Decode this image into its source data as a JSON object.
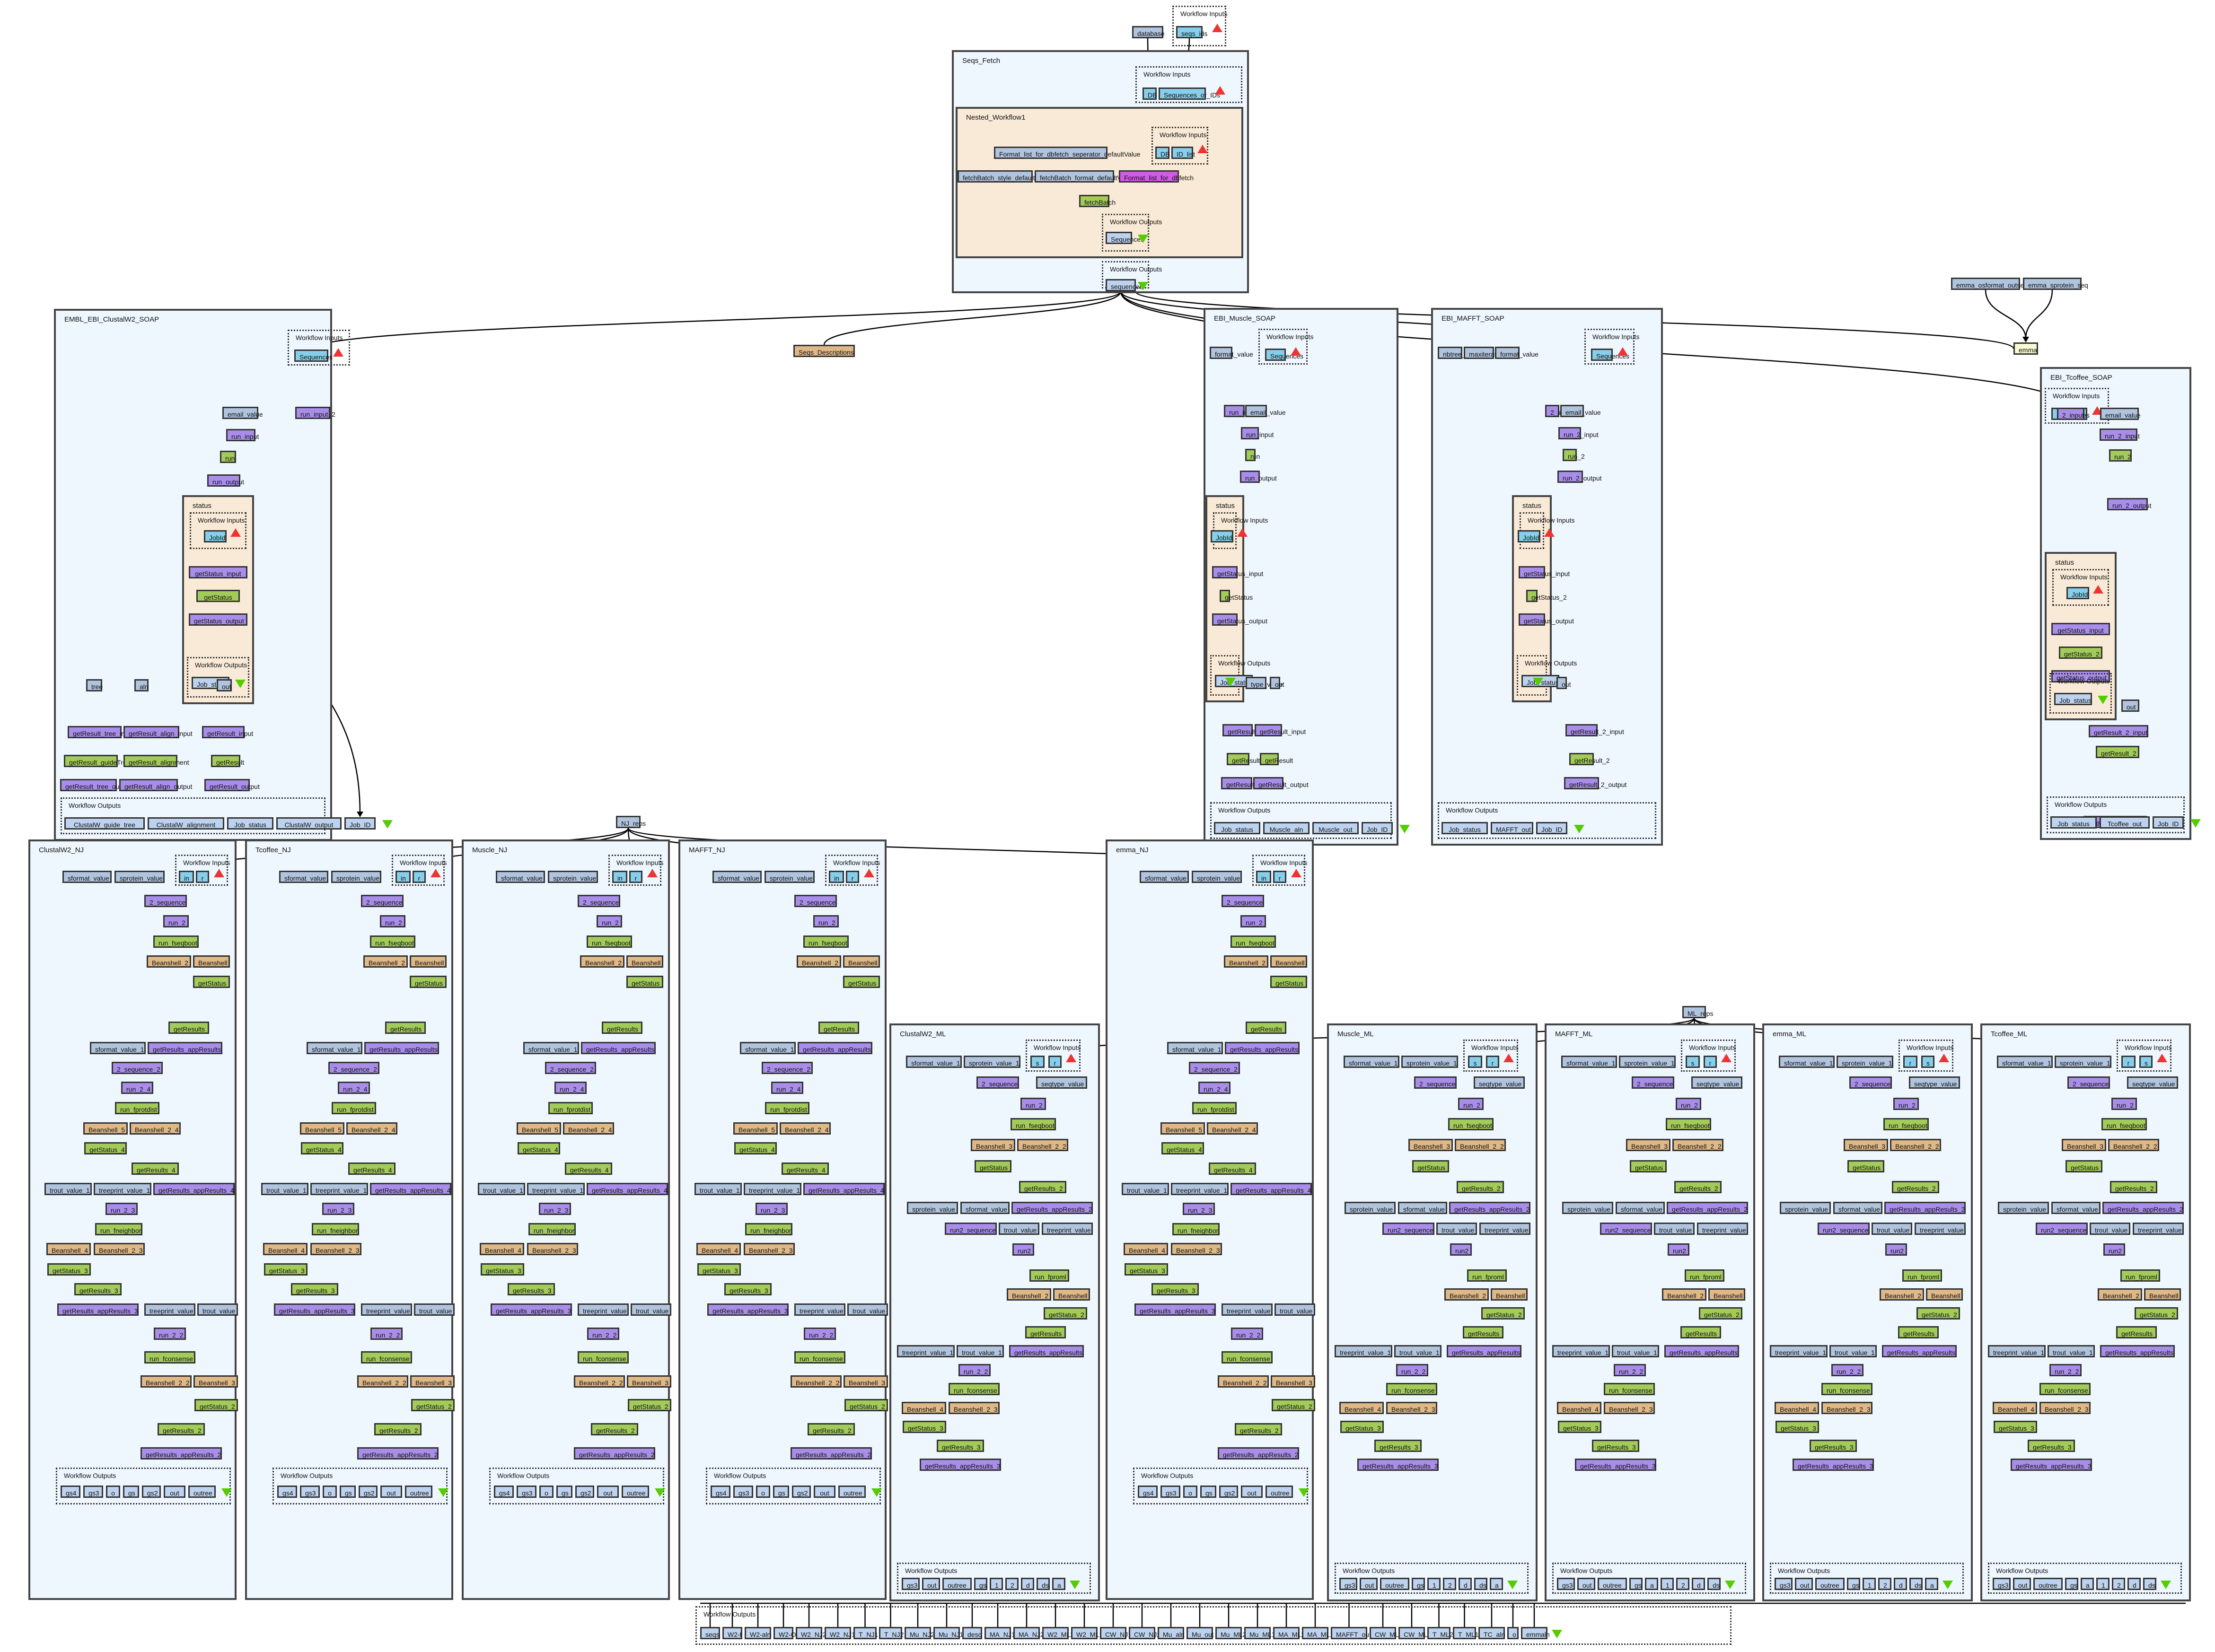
{
  "top_inputs": {
    "group_label": "Workflow Inputs",
    "database": "database",
    "seqs_ids": "seqs_ids"
  },
  "seqs_fetch": {
    "title": "Seqs_Fetch",
    "inputs_label": "Workflow Inputs",
    "inputs": [
      "DB",
      "Sequences_or_IDs"
    ],
    "nested": {
      "title": "Nested_Workflow1",
      "inputs_label": "Workflow Inputs",
      "inputs": [
        "DB",
        "ID_list"
      ],
      "constants": [
        "Format_list_for_dbfetch_seperator_defaultValue",
        "fetchBatch_style_defaultValue",
        "fetchBatch_format_defaultValue"
      ],
      "format_node": "Format_list_for_dbfetch",
      "fetch_node": "fetchBatch",
      "outputs_label": "Workflow Outputs",
      "outputs": [
        "Sequences"
      ]
    },
    "outputs_label": "Workflow Outputs",
    "outputs": [
      "sequences"
    ]
  },
  "seqs_descriptions": "Seqs_Descriptions",
  "emma_block": {
    "constants": [
      "emma_osformat_outseq",
      "emma_sprotein_seq"
    ],
    "node": "emma"
  },
  "clustalw2_soap": {
    "title": "EMBL_EBI_ClustalW2_SOAP",
    "inputs_label": "Workflow Inputs",
    "inputs": [
      "Sequences"
    ],
    "nodes": [
      "email_value",
      "run_input_2",
      "run_input",
      "run",
      "run_output"
    ],
    "status": {
      "title": "status",
      "inputs_label": "Workflow Inputs",
      "input": "JobId",
      "nodes": [
        "getStatus_input",
        "getStatus",
        "getStatus_output"
      ],
      "outputs_label": "Workflow Outputs",
      "output": "Job_status"
    },
    "constants": [
      "tree",
      "aln",
      "out"
    ],
    "result_nodes": [
      "getResult_tree_input",
      "getResult_align_input",
      "getResult_input",
      "getResult_guideTree",
      "getResult_alignment",
      "getResult",
      "getResult_tree_output",
      "getResult_align_output",
      "getResult_output"
    ],
    "outputs_label": "Workflow Outputs",
    "outputs": [
      "ClustalW_guide_tree",
      "ClustalW_alignment",
      "Job_status",
      "ClustalW_output",
      "Job_ID"
    ]
  },
  "muscle_soap": {
    "title": "EBI_Muscle_SOAP",
    "inputs_label": "Workflow Inputs",
    "inputs": [
      "Sequences"
    ],
    "nodes": [
      "format_value",
      "run_input_2",
      "email_value",
      "run_input",
      "run",
      "run_output"
    ],
    "status": {
      "title": "status",
      "inputs_label": "Workflow Inputs",
      "input": "JobId",
      "nodes": [
        "getStatus_input",
        "getStatus",
        "getStatus_output"
      ],
      "outputs_label": "Workflow Outputs",
      "output": "Job_status"
    },
    "constants": [
      "type_value",
      "out"
    ],
    "result_nodes": [
      "getResult_2_input",
      "getResult_input",
      "getResult_2",
      "getResult",
      "getResult_2_output",
      "getResult_output"
    ],
    "outputs_label": "Workflow Outputs",
    "outputs": [
      "Job_status",
      "Muscle_aln",
      "Muscle_out",
      "Job_ID"
    ]
  },
  "mafft_soap": {
    "title": "EBI_MAFFT_SOAP",
    "inputs_label": "Workflow Inputs",
    "inputs": [
      "Sequences"
    ],
    "nodes": [
      "nbtree_value",
      "maxiterate_value",
      "format_value",
      "2_input",
      "email_value",
      "run_2_input",
      "run_2",
      "run_2_output"
    ],
    "status": {
      "title": "status",
      "inputs_label": "Workflow Inputs",
      "input": "JobId",
      "nodes": [
        "getStatus_input",
        "getStatus_2",
        "getStatus_output"
      ],
      "outputs_label": "Workflow Outputs",
      "output": "Job_status"
    },
    "constants": [
      "out"
    ],
    "result_nodes": [
      "getResult_2_input",
      "getResult_2",
      "getResult_2_output"
    ],
    "outputs_label": "Workflow Outputs",
    "outputs": [
      "Job_status",
      "MAFFT_out",
      "Job_ID"
    ]
  },
  "tcoffee_soap": {
    "title": "EBI_Tcoffee_SOAP",
    "inputs_label": "Workflow Inputs",
    "inputs": [
      "Sequences"
    ],
    "nodes": [
      "2_input",
      "email_value",
      "run_2_input",
      "run_2",
      "run_2_output"
    ],
    "status": {
      "title": "status",
      "inputs_label": "Workflow Inputs",
      "input": "JobId",
      "nodes": [
        "getStatus_input",
        "getStatus_2",
        "getStatus_output"
      ],
      "outputs_label": "Workflow Outputs",
      "output": "Job_status"
    },
    "constants": [
      "out"
    ],
    "result_nodes": [
      "getResult_2_input",
      "getResult_2",
      "getResult_2_output"
    ],
    "outputs_label": "Workflow Outputs",
    "outputs": [
      "Job_status",
      "Tcoffee_out",
      "Job_ID"
    ]
  },
  "nj_reps": "NJ_reps",
  "ml_reps": "ML_reps",
  "nj_workflows": [
    {
      "title": "ClustalW2_NJ",
      "inputs": [
        "in",
        "r"
      ]
    },
    {
      "title": "Tcoffee_NJ",
      "inputs": [
        "in",
        "r"
      ]
    },
    {
      "title": "Muscle_NJ",
      "inputs": [
        "in",
        "r"
      ]
    },
    {
      "title": "MAFFT_NJ",
      "inputs": [
        "in",
        "r"
      ]
    },
    {
      "title": "emma_NJ",
      "inputs": [
        "in",
        "r"
      ]
    }
  ],
  "nj_template": {
    "inputs_label": "Workflow Inputs",
    "constants_top": [
      "sformat_value",
      "sprotein_value"
    ],
    "chain1": [
      "2_sequence",
      "run_2",
      "run_fseqboot"
    ],
    "bean1": [
      "Beanshell_2",
      "Beanshell"
    ],
    "status1": "getStatus",
    "results1": "getResults",
    "const_mid": "sformat_value_1",
    "app1": "getResults_appResults",
    "chain2": [
      "2_sequence_2",
      "run_2_4",
      "run_fprotdist"
    ],
    "bean2": [
      "Beanshell_5",
      "Beanshell_2_4"
    ],
    "status2": "getStatus_4",
    "results2": "getResults_4",
    "const_mid2": [
      "trout_value_1",
      "treeprint_value_1"
    ],
    "app2": "getResults_appResults_4",
    "chain3": [
      "run_2_3",
      "run_fneighbor"
    ],
    "bean3": [
      "Beanshell_4",
      "Beanshell_2_3"
    ],
    "status3": "getStatus_3",
    "results3": "getResults_3",
    "app3": "getResults_appResults_3",
    "const_bot": [
      "treeprint_value",
      "trout_value"
    ],
    "chain4": [
      "run_2_2",
      "run_fconsense"
    ],
    "bean4": [
      "Beanshell_2_2",
      "Beanshell_3"
    ],
    "status4": "getStatus_2",
    "results4": "getResults_2",
    "app4": "getResults_appResults_2",
    "outputs_label": "Workflow Outputs",
    "outputs": [
      "gs4",
      "gs3",
      "o",
      "gs",
      "gs2",
      "out",
      "outree"
    ]
  },
  "ml_workflows": [
    {
      "title": "ClustalW2_ML",
      "inputs": [
        "s",
        "r"
      ],
      "outputs": [
        "gs3",
        "out",
        "outree",
        "gs",
        "1",
        "2",
        "d",
        "ds",
        "a"
      ]
    },
    {
      "title": "Muscle_ML",
      "inputs": [
        "s",
        "r"
      ],
      "outputs": [
        "gs3",
        "out",
        "outree",
        "gs",
        "1",
        "2",
        "d",
        "ds",
        "a"
      ]
    },
    {
      "title": "MAFFT_ML",
      "inputs": [
        "s",
        "r"
      ],
      "outputs": [
        "gs3",
        "out",
        "outree",
        "gs",
        "a",
        "1",
        "2",
        "d",
        "ds"
      ]
    },
    {
      "title": "emma_ML",
      "inputs": [
        "r",
        "s"
      ],
      "outputs": [
        "gs3",
        "out",
        "outree",
        "gs",
        "1",
        "2",
        "d",
        "ds",
        "a"
      ]
    },
    {
      "title": "Tcoffee_ML",
      "inputs": [
        "r",
        "s"
      ],
      "outputs": [
        "gs3",
        "out",
        "outree",
        "gs",
        "a",
        "1",
        "2",
        "d",
        "ds"
      ]
    }
  ],
  "ml_template": {
    "inputs_label": "Workflow Inputs",
    "constants_top": [
      "sformat_value_1",
      "sprotein_value_1"
    ],
    "seq": "2_sequence",
    "seqtype": "seqtype_value",
    "chain1": [
      "run_2",
      "run_fseqboot"
    ],
    "bean1": [
      "Beanshell_3",
      "Beanshell_2_2"
    ],
    "status1": "getStatus",
    "results1": "getResults_2",
    "const_mid": [
      "sprotein_value",
      "sformat_value"
    ],
    "app1": "getResults_appResults_2",
    "run2seq": "run2_sequence",
    "const_mid2": [
      "trout_value",
      "treeprint_value"
    ],
    "run2": "run2",
    "proml": "run_fproml",
    "bean2": [
      "Beanshell_2",
      "Beanshell"
    ],
    "status2": "getStatus_2",
    "results2": "getResults",
    "const_low": [
      "treeprint_value_1",
      "trout_value_1"
    ],
    "app2": "getResults_appResults",
    "chain3": [
      "run_2_2",
      "run_fconsense"
    ],
    "bean3": [
      "Beanshell_4",
      "Beanshell_2_3"
    ],
    "status3": "getStatus_3",
    "results3": "getResults_3",
    "app3": "getResults_appResults_3",
    "outputs_label": "Workflow Outputs"
  },
  "final_outputs": {
    "label": "Workflow Outputs",
    "items": [
      "seqs",
      "W2-t",
      "W2-aln",
      "W2-O",
      "W2_NJ2",
      "W2_NJ1",
      "T_NJ1",
      "T_NJ2",
      "Mu_NJ2",
      "Mu_NJ1",
      "desc",
      "MA_NJ1",
      "MA_NJ2",
      "W2_ML2",
      "W2_ML1",
      "CW_NJ1",
      "CW_NJ2",
      "Mu_aln",
      "Mu_out",
      "Mu_ML2",
      "Mu_ML1",
      "MA_ML2",
      "MA_ML1",
      "MAFFT_out",
      "CW_ML2",
      "CW_ML1",
      "T_ML2",
      "T_ML1",
      "TC_aln",
      "o",
      "emmaln"
    ]
  },
  "colors": {
    "constant": "#b0c4de",
    "input": "#87ceeb",
    "output": "#bcd2ee",
    "wsdl_port": "#a98ee9",
    "service": "#a2cb5a",
    "beanshell": "#deb887",
    "local": "#d05ce3",
    "emma": "#fafad2",
    "cluster_bg": "#eef6fe",
    "nested_bg": "#f9ead7",
    "input_marker": "#e33333",
    "output_marker": "#55cc00"
  }
}
